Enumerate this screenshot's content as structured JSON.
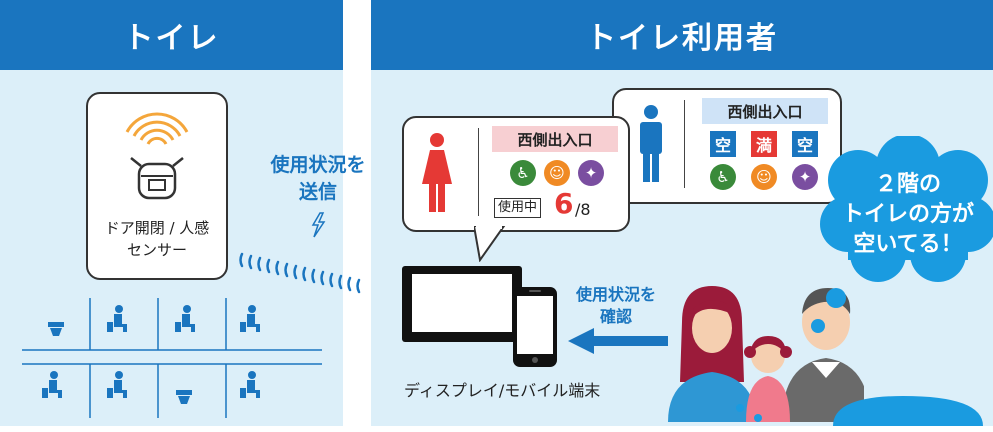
{
  "toilet_panel": {
    "title": "トイレ",
    "sensor_label_line1": "ドア開閉 / 人感",
    "sensor_label_line2": "センサー"
  },
  "transmit_label_line1": "使用状況を",
  "transmit_label_line2": "送信",
  "user_panel": {
    "title": "トイレ利用者"
  },
  "female_card": {
    "location": "西側出入口",
    "in_use_label": "使用中",
    "in_use_count": "6",
    "capacity": "/8"
  },
  "male_card": {
    "location": "西側出入口",
    "status_1": "空",
    "status_2": "満",
    "status_3": "空"
  },
  "confirm_label_line1": "使用状況を",
  "confirm_label_line2": "確認",
  "device_label": "ディスプレイ/モバイル端末",
  "bubble": {
    "line1": "２階の",
    "line2": "トイレの方が",
    "line3": "空いてる！"
  },
  "colors": {
    "header_blue": "#1a75bf",
    "panel_bg": "#dceff9",
    "female_red": "#e53935",
    "male_blue": "#1a75bf",
    "vacant_blue": "#1a75bf",
    "full_red": "#e53935",
    "wheelchair_green": "#3a8a3a",
    "baby_orange": "#f08a24",
    "child_purple": "#7a4ea0",
    "bubble_blue": "#1a9be0"
  },
  "icons": [
    "wifi-icon",
    "sensor-icon",
    "toilet-icon",
    "person-on-toilet-icon",
    "female-icon",
    "male-icon",
    "wheelchair-icon",
    "baby-icon",
    "child-seat-icon",
    "signal-waves-icon",
    "lightning-icon",
    "monitor-icon",
    "smartphone-icon",
    "arrow-left-icon",
    "people-icon"
  ]
}
